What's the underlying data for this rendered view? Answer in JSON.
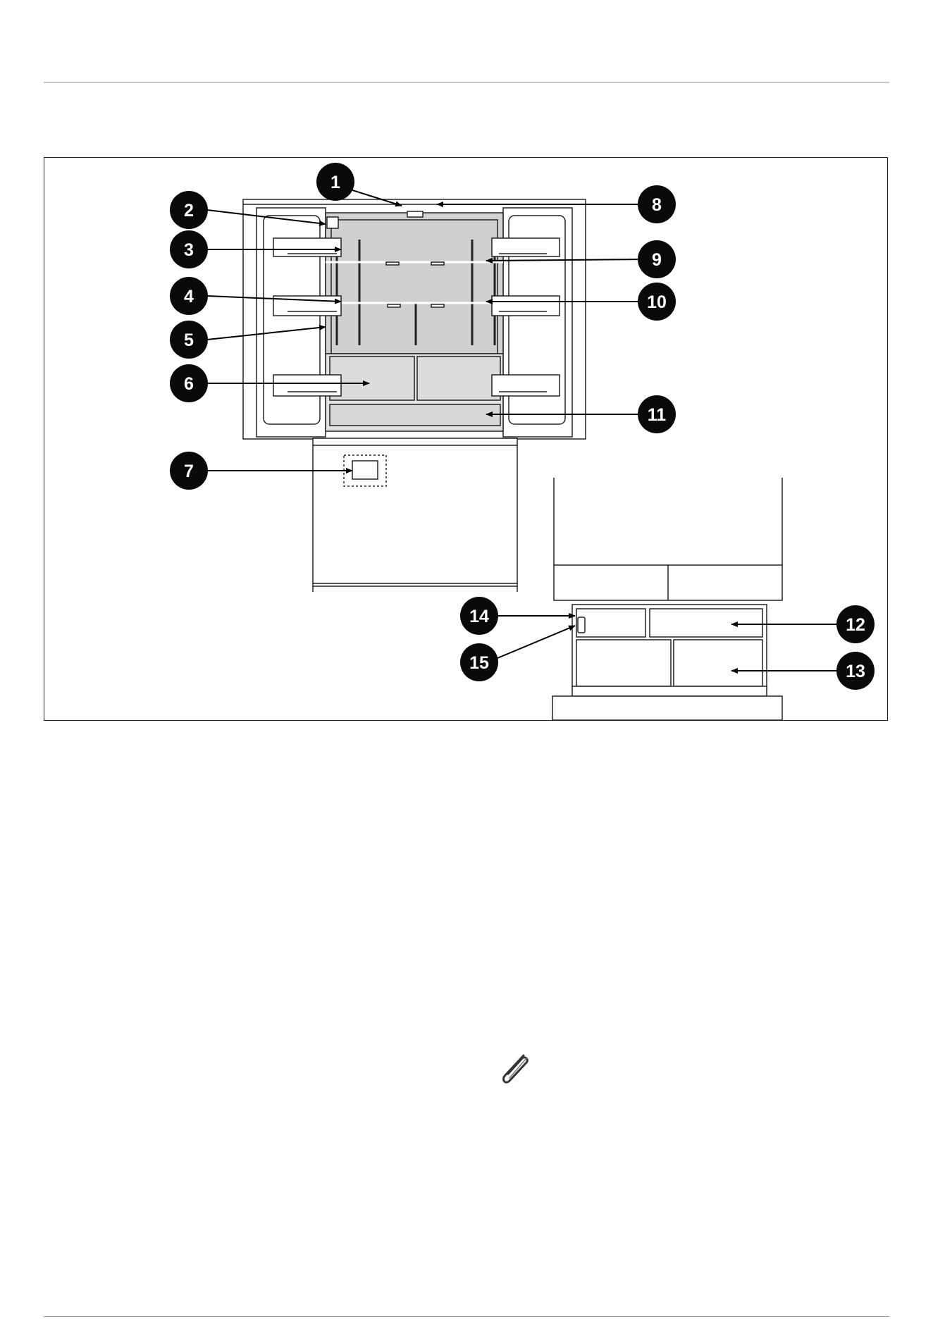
{
  "figure": {
    "callouts": [
      {
        "n": "1"
      },
      {
        "n": "2"
      },
      {
        "n": "3"
      },
      {
        "n": "4"
      },
      {
        "n": "5"
      },
      {
        "n": "6"
      },
      {
        "n": "7"
      },
      {
        "n": "8"
      },
      {
        "n": "9"
      },
      {
        "n": "10"
      },
      {
        "n": "11"
      },
      {
        "n": "12"
      },
      {
        "n": "13"
      },
      {
        "n": "14"
      },
      {
        "n": "15"
      }
    ]
  },
  "icons": {
    "note": "paperclip-icon"
  },
  "colors": {
    "callout_fill": "#0a0a0a",
    "callout_text": "#ffffff",
    "interior": "#d2d2d2",
    "shelf_panel": "#dcdcdc",
    "line": "#222222"
  }
}
